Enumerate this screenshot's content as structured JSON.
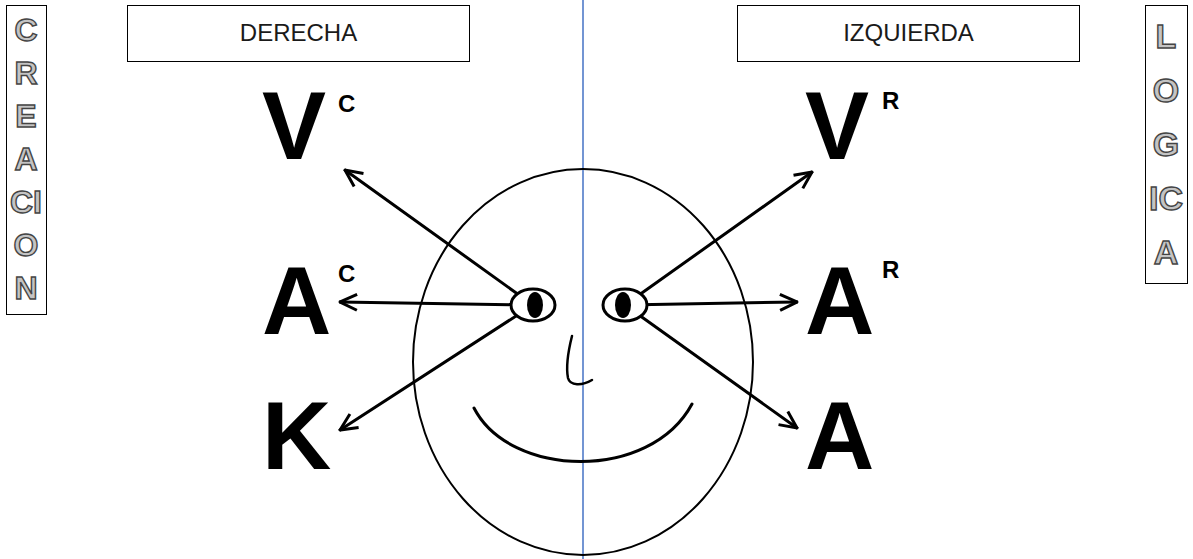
{
  "diagram": {
    "nodes": [
      {
        "text": [
          "CREACION"
        ]
      },
      {
        "text": [
          "DERECHA"
        ]
      },
      {
        "text": [
          "IZQUIERDA"
        ]
      },
      {
        "text": [
          "LOGICA"
        ]
      }
    ],
    "labels": [
      "V",
      "C",
      "A",
      "C",
      "K",
      "V",
      "R",
      "A",
      "R",
      "A"
    ]
  }
}
